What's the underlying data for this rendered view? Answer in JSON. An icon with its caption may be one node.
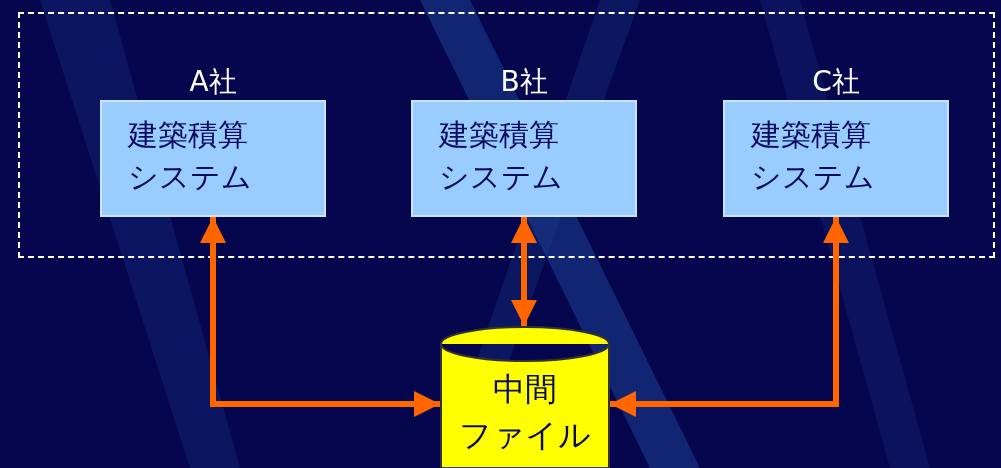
{
  "diagram": {
    "nodes": [
      {
        "text": [],
        "shape": "box"
      },
      {
        "text": [
          "A社",
          "建築積算システム"
        ],
        "in": 0
      },
      {
        "text": [
          "B社",
          "建築積算システム"
        ],
        "in": 0
      },
      {
        "text": [
          "C社",
          "建築積算システム"
        ],
        "in": 0
      },
      {
        "text": [
          "中間ファイル"
        ]
      }
    ],
    "edges": [
      {
        "from": 1,
        "to": 4,
        "arrow": "both"
      },
      {
        "from": 2,
        "to": 4,
        "arrow": "both"
      },
      {
        "from": 3,
        "to": 4,
        "arrow": "both"
      }
    ]
  }
}
